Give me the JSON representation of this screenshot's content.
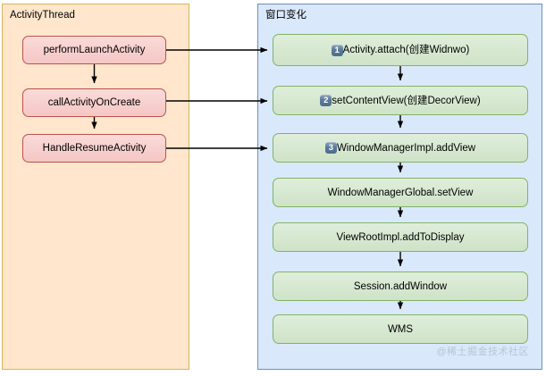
{
  "diagram": {
    "title_left": "ActivityThread",
    "title_right": "窗口变化",
    "watermark": "@稀土掘金技术社区"
  },
  "lanes": [
    {
      "id": "activity-thread",
      "label": "ActivityThread",
      "fill": "#ffe6cc",
      "stroke": "#d6b656"
    },
    {
      "id": "window-change",
      "label": "窗口变化",
      "fill": "#dae8fc",
      "stroke": "#6c8ebf"
    }
  ],
  "left_nodes": [
    {
      "id": "perform-launch-activity",
      "label": "performLaunchActivity"
    },
    {
      "id": "call-activity-on-create",
      "label": "callActivityOnCreate"
    },
    {
      "id": "handle-resume-activity",
      "label": "HandleResumeActivity"
    }
  ],
  "right_nodes": [
    {
      "id": "activity-attach",
      "badge": "1",
      "label": "Activity.attach(创建Widnwo)"
    },
    {
      "id": "set-content-view",
      "badge": "2",
      "label": "setContentView(创建DecorView)"
    },
    {
      "id": "window-manager-impl-addview",
      "badge": "3",
      "label": "WindowManagerImpl.addView"
    },
    {
      "id": "window-manager-global-setview",
      "badge": "",
      "label": "WindowManagerGlobal.setView"
    },
    {
      "id": "view-root-impl-addtodisplay",
      "badge": "",
      "label": "ViewRootImpl.addToDisplay"
    },
    {
      "id": "session-addwindow",
      "badge": "",
      "label": "Session.addWindow"
    },
    {
      "id": "wms",
      "badge": "",
      "label": "WMS"
    }
  ],
  "colors": {
    "pink_fill": "#f8cecc",
    "pink_stroke": "#b85450",
    "green_fill": "#d5e8d4",
    "green_stroke": "#82b366",
    "orange_lane_fill": "#ffe6cc",
    "orange_lane_stroke": "#d6b656",
    "blue_lane_fill": "#dae8fc",
    "blue_lane_stroke": "#6c8ebf",
    "badge_fill": "#5d7a99",
    "arrow": "#000000",
    "watermark": "#b9c4d8"
  }
}
